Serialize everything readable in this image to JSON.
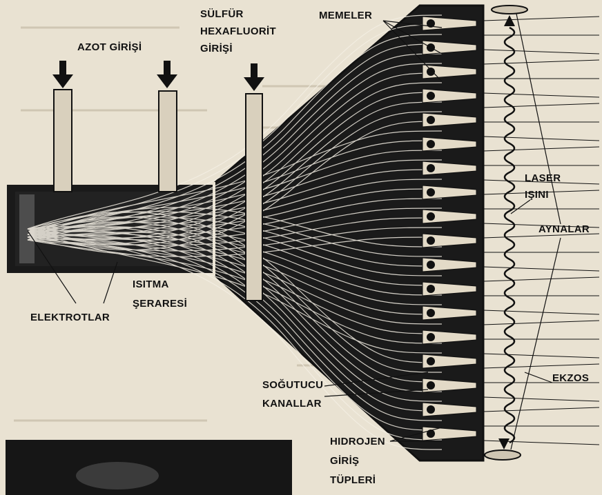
{
  "labels": {
    "azot": "AZOT GİRİŞİ",
    "sulfur_1": "SÜLFÜR",
    "sulfur_2": "HEXAFLUORİT",
    "sulfur_3": "GİRİŞİ",
    "memeler": "MEMELER",
    "laser_1": "LASER",
    "laser_2": "IŞINI",
    "aynalar": "AYNALAR",
    "ekzos": "EKZOS",
    "isitma_1": "ISITMA",
    "isitma_2": "ŞERARESİ",
    "elektrotlar": "ELEKTROTLAR",
    "sogutucu_1": "SOĞUTUCU",
    "sogutucu_2": "KANALLAR",
    "hidrojen_1": "HIDROJEN",
    "hidrojen_2": "GİRİŞ",
    "hidrojen_3": "TÜPLERİ"
  },
  "colors": {
    "paper": "#e9e2d2",
    "ink": "#111111",
    "fiber": "#f4efe4"
  }
}
